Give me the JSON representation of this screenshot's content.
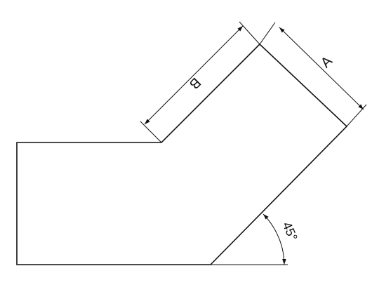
{
  "diagram": {
    "dimension_a_label": "A",
    "dimension_b_label": "B",
    "angle_label": "45°",
    "stroke_color": "#111111",
    "background_color": "#ffffff"
  }
}
